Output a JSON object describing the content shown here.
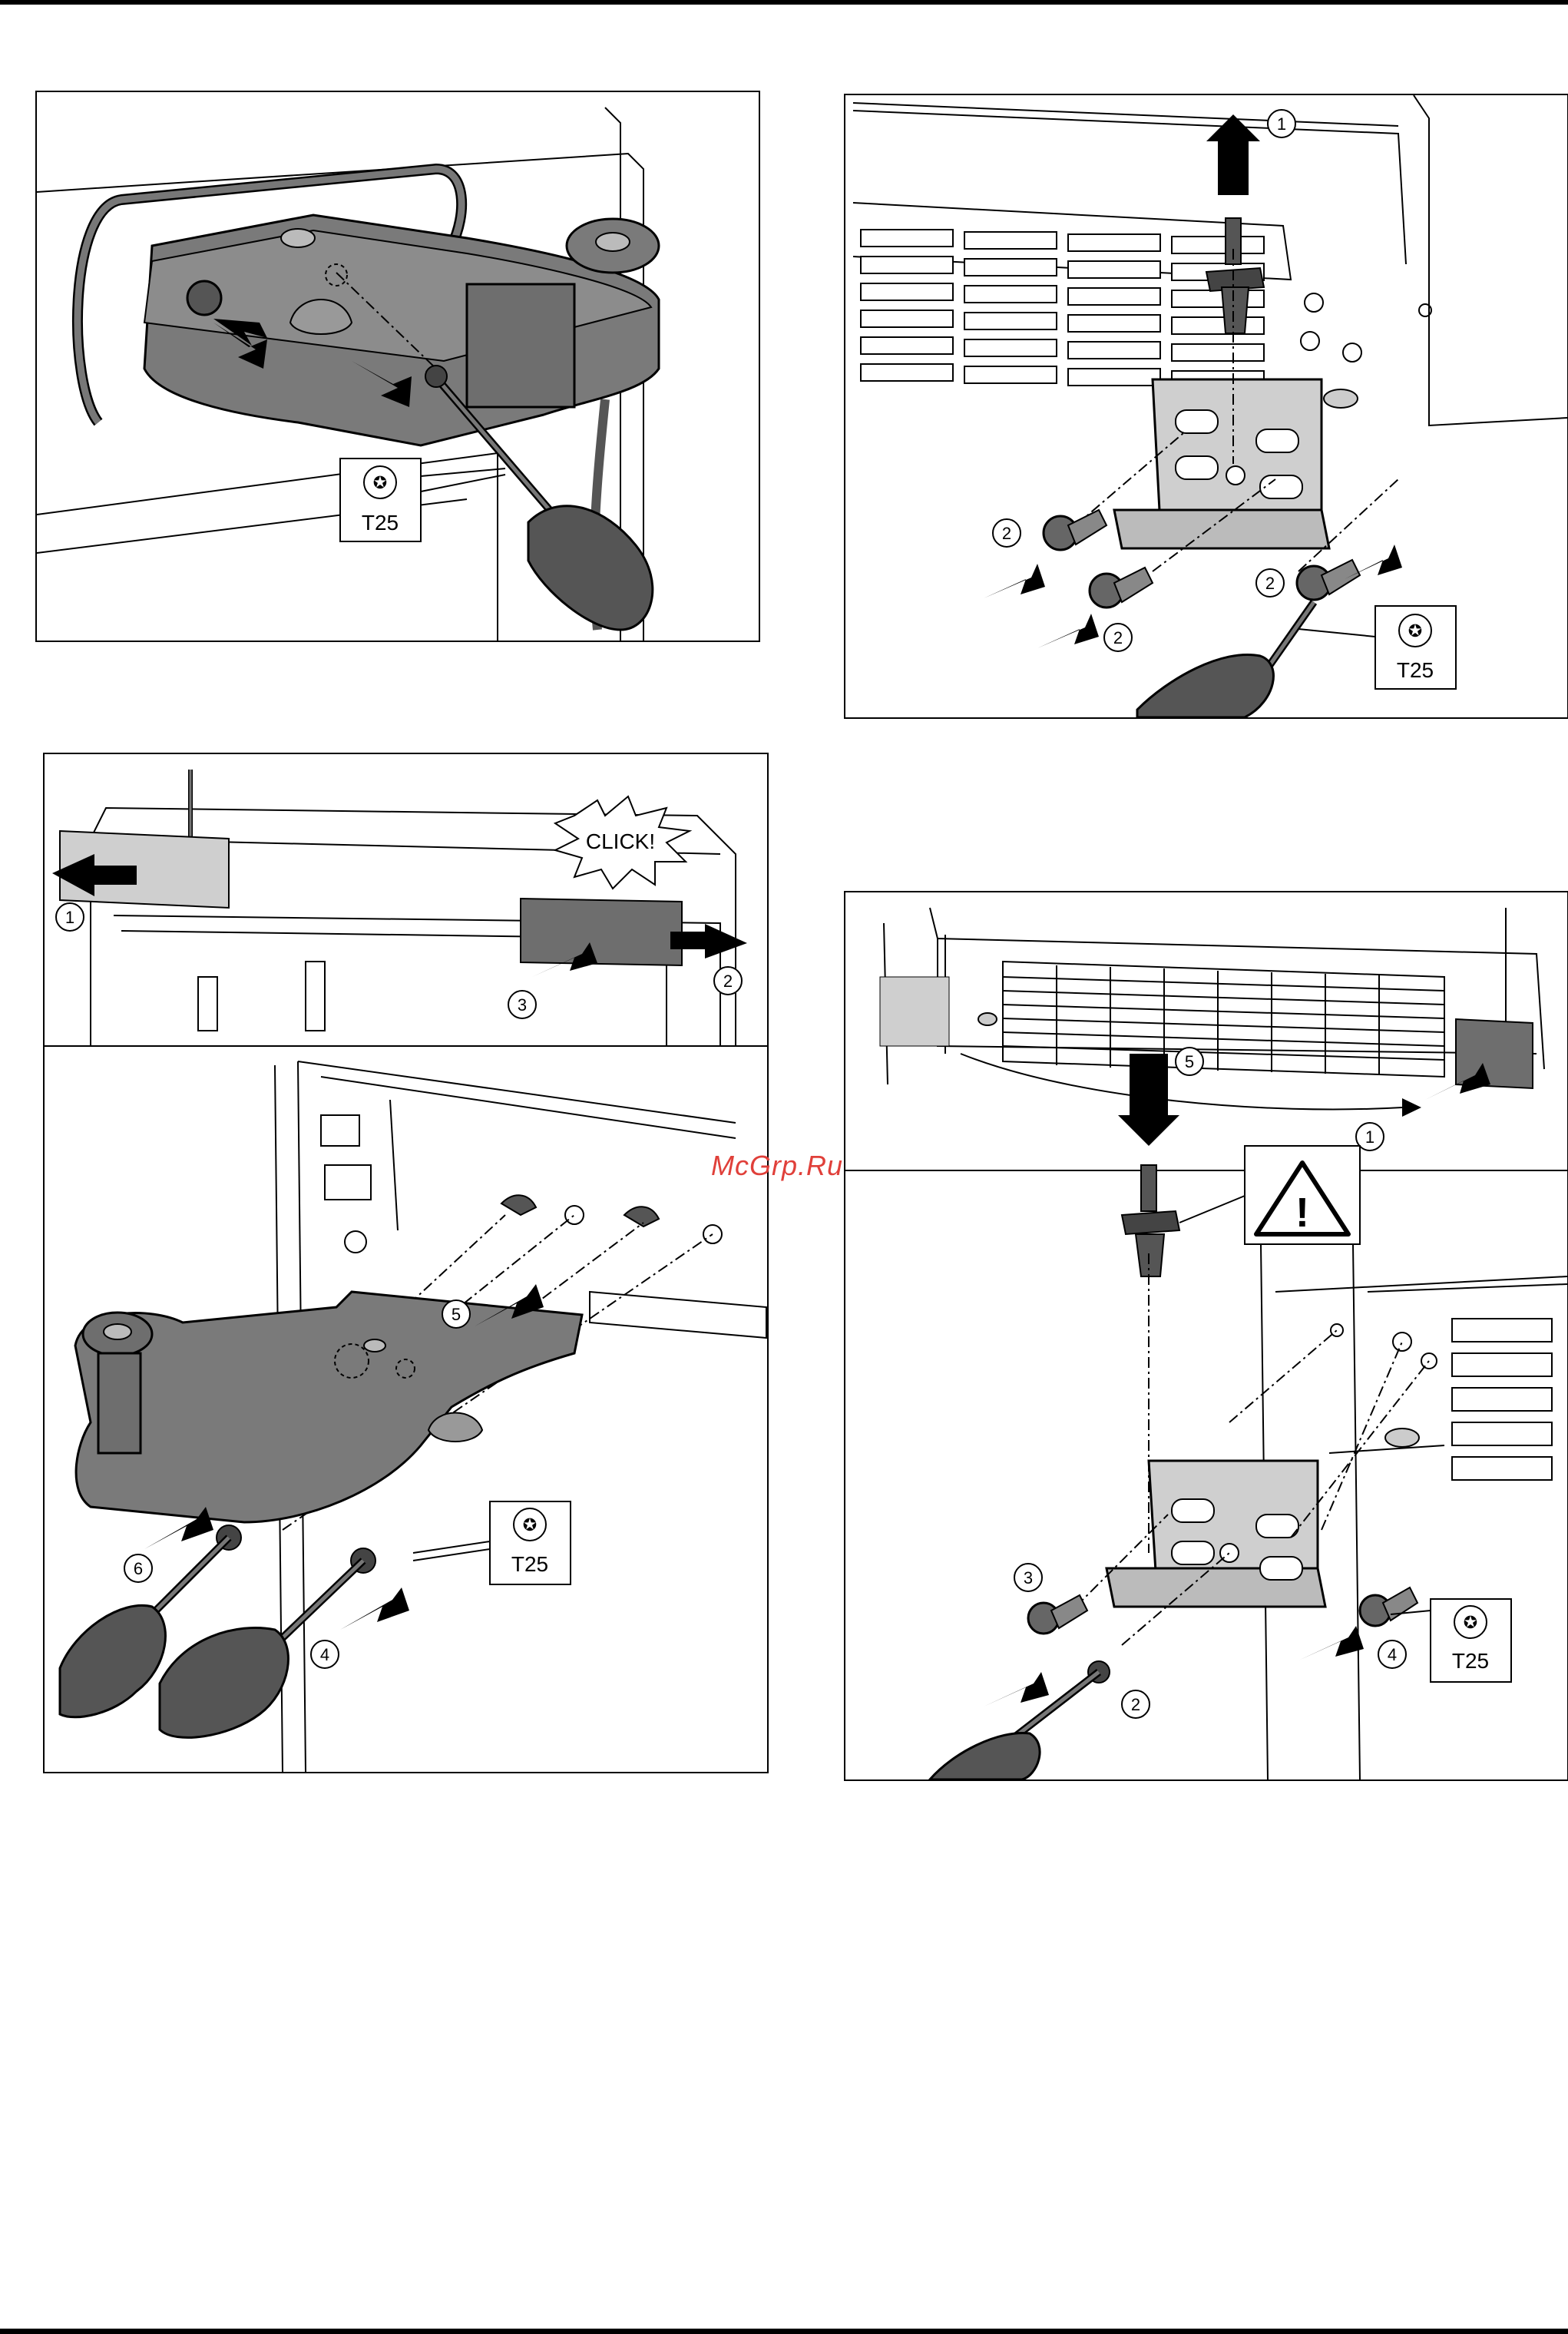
{
  "document": {
    "watermark": "McGrp.Ru",
    "tool_label": "T25",
    "click_label": "CLICK!"
  },
  "figures": {
    "fig1": {
      "tool": "T25"
    },
    "fig2": {
      "callouts": [
        "1",
        "2",
        "2",
        "2"
      ],
      "tool": "T25"
    },
    "fig3": {
      "callouts": [
        "1",
        "2",
        "3",
        "5",
        "6",
        "4"
      ],
      "click": "CLICK!",
      "tool": "T25"
    },
    "fig4": {
      "callouts": [
        "1",
        "5",
        "3",
        "2",
        "4"
      ],
      "tool": "T25"
    }
  },
  "colors": {
    "part_dark": "#6e6e6e",
    "part_mid": "#9a9a9a",
    "part_light": "#cfcfcf",
    "line": "#000000"
  },
  "icons": [
    "torx-icon",
    "warning-icon",
    "arrow-icon",
    "screwdriver-icon"
  ]
}
